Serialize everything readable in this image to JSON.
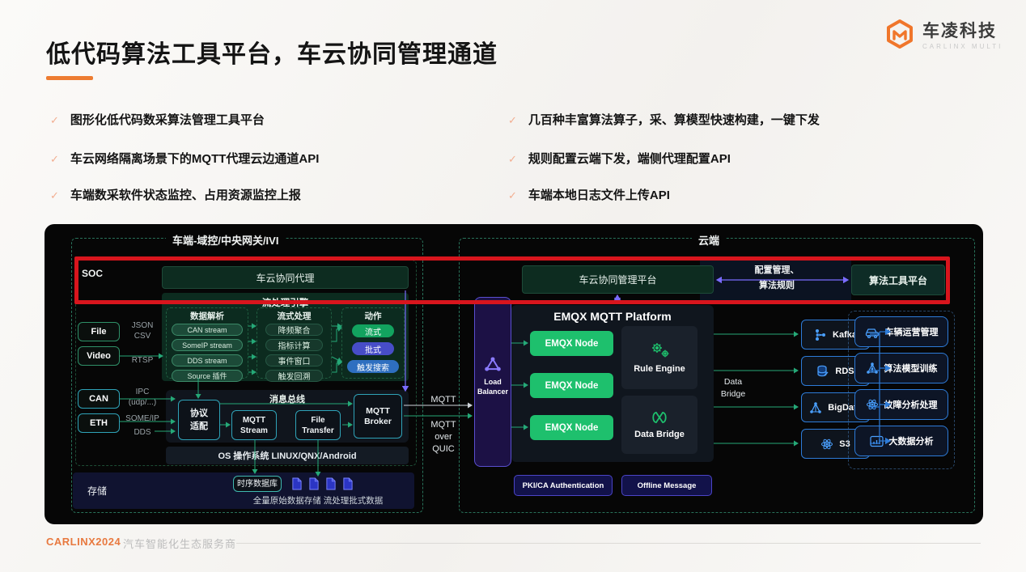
{
  "page_title": "低代码算法工具平台，车云协同管理通道",
  "logo": {
    "brand": "车凌科技",
    "sub": "CARLINX MULTI"
  },
  "bullets_left": [
    "图形化低代码数采算法管理工具平台",
    "车云网络隔离场景下的MQTT代理云边通道API",
    "车端数采软件状态监控、占用资源监控上报"
  ],
  "bullets_right": [
    "几百种丰富算法算子，采、算模型快速构建，一键下发",
    "规则配置云端下发，端侧代理配置API",
    "车端本地日志文件上传API"
  ],
  "vehicle": {
    "title": "车端-域控/中央网关/IVI",
    "soc": "SOC",
    "agent": "车云协同代理",
    "engine_title": "流处理引擎",
    "col_parse": {
      "title": "数据解析",
      "items": [
        "CAN stream",
        "SomeIP stream",
        "DDS stream",
        "Source 插件"
      ]
    },
    "col_stream": {
      "title": "流式处理",
      "items": [
        "降频聚合",
        "指标计算",
        "事件窗口",
        "触发回溯"
      ]
    },
    "col_action": {
      "title": "动作",
      "items": [
        "流式",
        "批式",
        "触发搜索"
      ]
    },
    "inputs": [
      "File",
      "Video",
      "CAN",
      "ETH"
    ],
    "protocols": {
      "json": "JSON",
      "csv": "CSV",
      "rtsp": "RTSP",
      "ipc": "IPC",
      "udp": "(udp/...)",
      "someip": "SOME/IP",
      "dds": "DDS"
    },
    "bus_title": "消息总线",
    "adapter": "协议适配",
    "mqtt_stream": "MQTT Stream",
    "file_transfer": "File Transfer",
    "mqtt_broker": "MQTT Broker",
    "os_bar": "OS 操作系统 LINUX/QNX/Android",
    "storage_label": "存储",
    "tsdb": "时序数据库",
    "storage_caption": "全量原始数据存储  流处理批式数据"
  },
  "middle": {
    "mqtt": "MQTT",
    "mqtt_quic_1": "MQTT",
    "mqtt_quic_2": "over",
    "mqtt_quic_3": "QUIC",
    "lb_1": "Load",
    "lb_2": "Balancer"
  },
  "cloud": {
    "title": "云端",
    "mgmt": "车云协同管理平台",
    "config_line1": "配置管理、",
    "config_line2": "算法规则",
    "algo": "算法工具平台",
    "emqx_title": "EMQX MQTT Platform",
    "node": "EMQX Node",
    "rule_engine": "Rule Engine",
    "data_bridge": "Data Bridge",
    "pki": "PKI/CA Authentication",
    "offline": "Offline Message",
    "bridge_label_1": "Data",
    "bridge_label_2": "Bridge",
    "services": [
      "Kafka",
      "RDS",
      "BigData",
      "S3"
    ],
    "apps": [
      "车辆运营管理",
      "算法模型训练",
      "故障分析处理",
      "大数据分析"
    ]
  },
  "footer": {
    "brand": "CARLINX2024",
    "tagline": "汽车智能化生态服务商"
  },
  "colors": {
    "accent": "#ED7C31",
    "highlight_red": "#D8151D",
    "emqx_green": "#1EC06D",
    "blue": "#2D7BD8",
    "purple": "#5A4FD0",
    "teal": "#2FA3B8"
  }
}
